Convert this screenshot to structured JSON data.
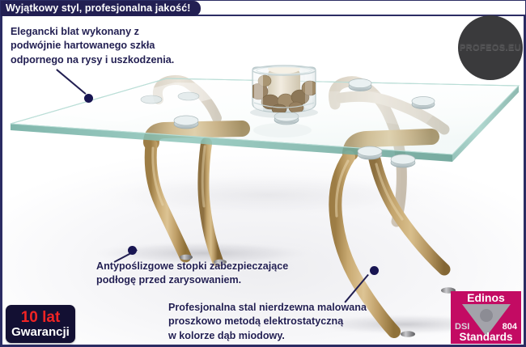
{
  "header": {
    "title": "Wyjątkowy styl, profesjonalna jakość!"
  },
  "watermark": {
    "label": "PROFEOS.EU"
  },
  "callouts": [
    {
      "id": "glass-top",
      "text": "Elegancki blat wykonany z\npodwójnie hartowanego szkła\nodpornego na rysy i uszkodzenia."
    },
    {
      "id": "feet",
      "text": "Antypoślizgowe stopki zabezpieczające\npodłogę przed zarysowaniem."
    },
    {
      "id": "steel-frame",
      "text": "Profesjonalna stal nierdzewna malowana\nproszkowo metodą elektrostatyczną\nw kolorze dąb miodowy."
    }
  ],
  "warranty_badge": {
    "years_label": "10 lat",
    "warranty_label": "Gwarancji"
  },
  "edinos_badge": {
    "brand": "Edinos",
    "left_code": "DSI",
    "right_code": "804",
    "standards_label": "Standards"
  },
  "colors": {
    "navy": "#221f52",
    "navy_rule": "#2b2c63",
    "red": "#f02424",
    "magenta": "#c30b63",
    "honey_oak": "#c4a46a",
    "glass_edge": "#79b7ab",
    "watermark_circle": "#3a3a3c"
  },
  "product": {
    "name": "glass-top-coffee-table",
    "top_material": "tempered-glass",
    "leg_material": "powder-coated-steel-honey-oak",
    "decor": "glass-bowl-with-stones-and-candle"
  }
}
